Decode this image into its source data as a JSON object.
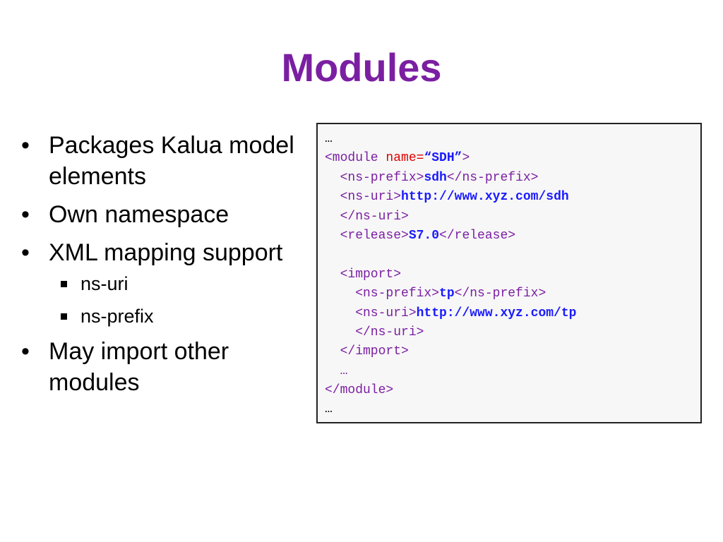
{
  "title": "Modules",
  "bullets": [
    {
      "level": 1,
      "text": "Packages Kalua model elements"
    },
    {
      "level": 1,
      "text": "Own namespace"
    },
    {
      "level": 1,
      "text": "XML mapping support"
    },
    {
      "level": 2,
      "text": "ns-uri"
    },
    {
      "level": 2,
      "text": "ns-prefix"
    },
    {
      "level": 1,
      "text": "May import other modules"
    }
  ],
  "code": {
    "l1": "…",
    "l2_open": "<module ",
    "l2_attr": "name=",
    "l2_val": "“SDH”",
    "l2_close": ">",
    "l3_open": "  <ns-prefix>",
    "l3_val": "sdh",
    "l3_close": "</ns-prefix>",
    "l4_open": "  <ns-uri>",
    "l4_val": "http://www.xyz.com/sdh",
    "l5_close": "  </ns-uri>",
    "l6_open": "  <release>",
    "l6_val": "S7.0",
    "l6_close": "</release>",
    "l7": "",
    "l8": "  <import>",
    "l9_open": "    <ns-prefix>",
    "l9_val": "tp",
    "l9_close": "</ns-prefix>",
    "l10_open": "    <ns-uri>",
    "l10_val": "http://www.xyz.com/tp",
    "l11_close": "    </ns-uri>",
    "l12": "  </import>",
    "l13": "  …",
    "l14": "</module>",
    "l15": "…"
  },
  "colors": {
    "title": "#7b1fa2",
    "tag": "#7b1fa2",
    "attribute": "#e00000",
    "value": "#1a1aff"
  }
}
